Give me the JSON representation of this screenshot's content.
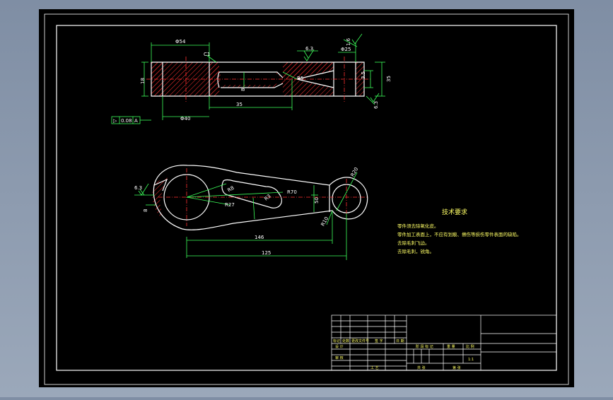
{
  "colors": {
    "background": "#000000",
    "outline": "#ffffff",
    "dimension": "#3cff5a",
    "centerline": "#ff3030",
    "note_text": "#ffff66"
  },
  "top_view": {
    "dims": {
      "d_left_dia": "Φ54",
      "d_chamfer": "C1",
      "d_rough_top": "6.3",
      "d_small_dia": "Φ25",
      "d_right_top": "1.6",
      "d_height_left": "18",
      "d_slot": "8",
      "d_r50": "R5",
      "d_35": "3.5",
      "d_height_right": "35",
      "d_bottom_35": "35",
      "d_bottom_dia": "Φ40",
      "d_rough_right": "6.3"
    },
    "datum": {
      "flatness_symbol": "▷",
      "value": "0.08",
      "ref": "A"
    }
  },
  "front_view": {
    "dims": {
      "d_rough_left": "6.3",
      "d_r8": "R8",
      "d_r27": "R27",
      "d_r70": "R70",
      "d_r3": "R3",
      "d_50": "50",
      "d_r10": "R10",
      "d_rtop": "R20",
      "d_side": "8",
      "d_146": "146",
      "d_125": "125"
    }
  },
  "notes": {
    "title": "技术要求",
    "lines": [
      "零件须去除氧化皮。",
      "零件加工表面上，不应有划痕、擦伤等损伤零件表面的缺陷。",
      "去除毛刺飞边。",
      "去除毛刺，锐角。"
    ]
  },
  "title_block": {
    "col_labels": [
      "标记",
      "处数",
      "更改文件号",
      "签 字",
      "日 期"
    ],
    "row_design": "设 计",
    "row_audit": "审 核",
    "row_process": "工 艺",
    "row_approve": "批 准",
    "stage_label": "阶 段 标 记",
    "weight_label": "重 量",
    "scale_label": "比 例",
    "scale_value": "1:1",
    "sheet_total": "共 张",
    "sheet_no": "第 张"
  }
}
